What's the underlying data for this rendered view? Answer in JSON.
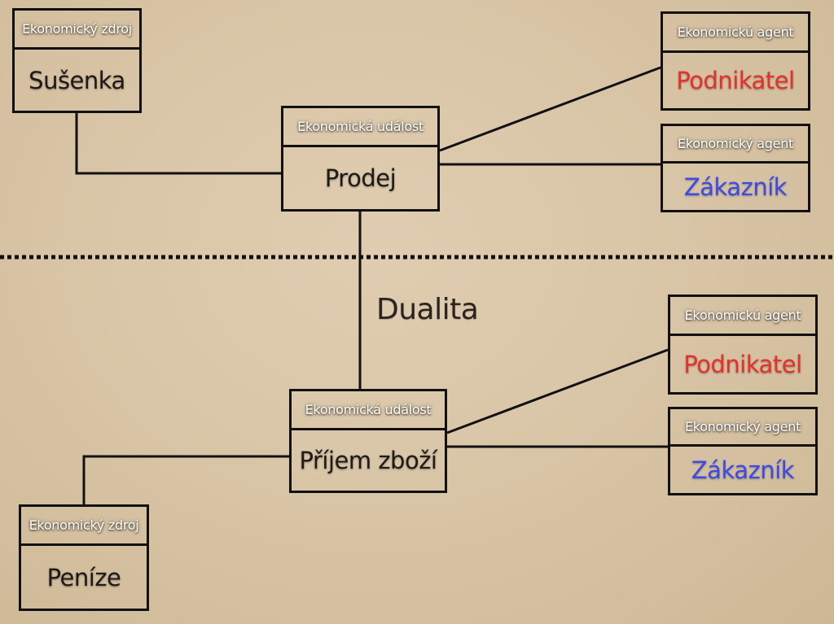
{
  "colors": {
    "line": "#111111",
    "header_text": "#ffffff",
    "body_text": "#1e1a17",
    "entrepreneur": "#e8302a",
    "customer": "#3b4ae8"
  },
  "diagram": {
    "nodes": {
      "resource_cookie": {
        "header": "Ekonomický zdroj",
        "label": "Sušenka"
      },
      "event_sale": {
        "header": "Ekonomická událost",
        "label": "Prodej"
      },
      "agent_entrepreneur_1": {
        "header": "Ekonomickú agent",
        "label": "Podnikatel"
      },
      "agent_customer_1": {
        "header": "Ekonomický agent",
        "label": "Zákazník"
      },
      "event_receipt": {
        "header": "Ekonomická událost",
        "label": "Příjem zboží"
      },
      "agent_entrepreneur_2": {
        "header": "Ekonomickú agent",
        "label": "Podnikatel"
      },
      "agent_customer_2": {
        "header": "Ekonomický agent",
        "label": "Zákazník"
      },
      "resource_money": {
        "header": "Ekonomický zdroj",
        "label": "Peníze"
      }
    },
    "duality_label": "Dualita"
  }
}
